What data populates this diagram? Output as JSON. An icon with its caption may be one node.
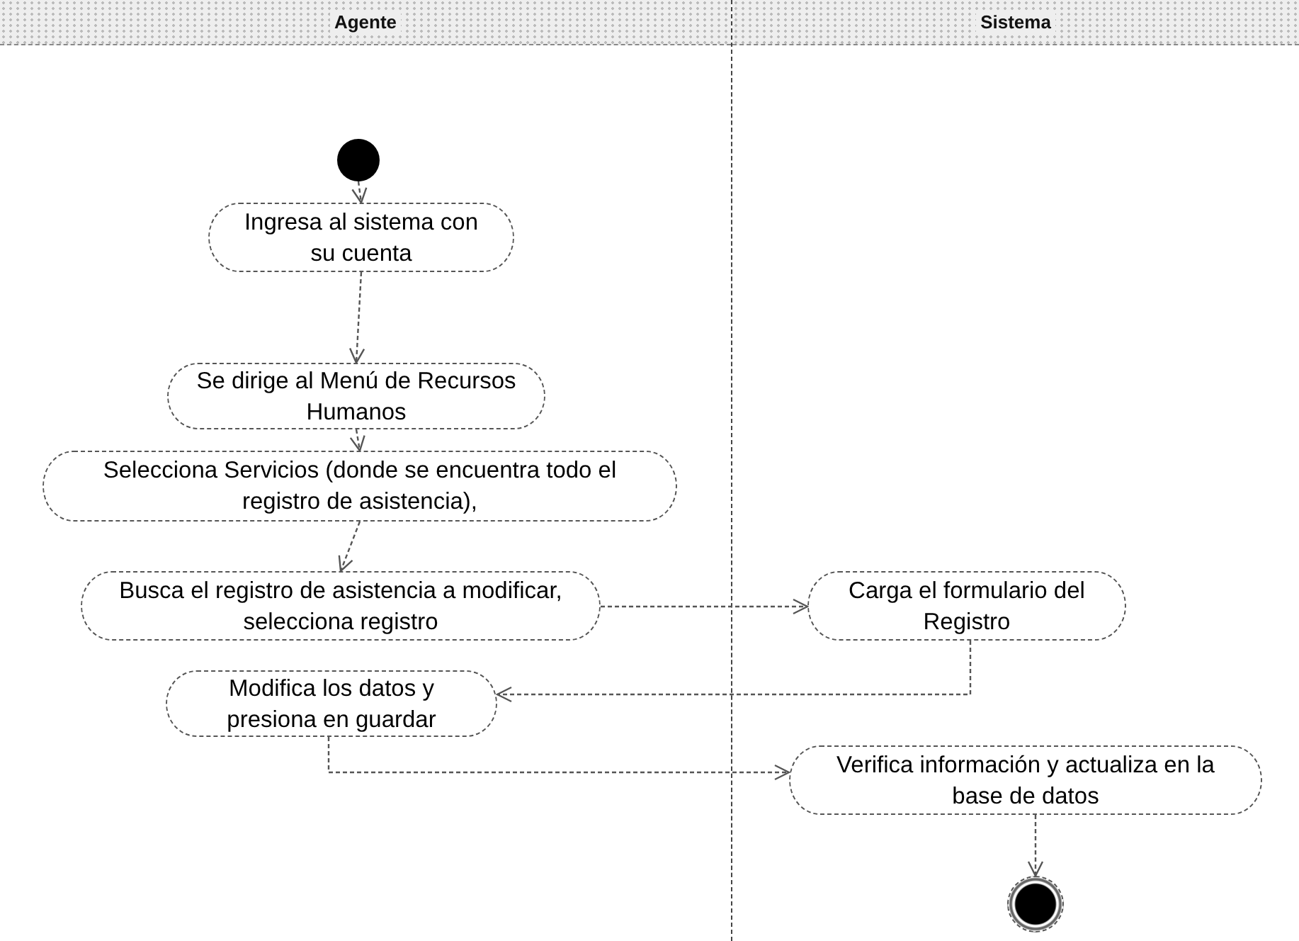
{
  "diagram": {
    "nodes": [
      {
        "text": [
          "Agente"
        ]
      },
      {
        "text": [
          "Sistema"
        ]
      },
      {
        "text": [],
        "shape": "circle",
        "in": 0
      },
      {
        "text": [
          "Ingresa al sistema con su cuenta"
        ],
        "in": 0
      },
      {
        "text": [
          "Se dirige al Menú de Recursos Humanos"
        ],
        "in": 0
      },
      {
        "text": [
          "Selecciona Servicios (donde se encuentra todo el registro de asistencia),"
        ],
        "in": 0
      },
      {
        "text": [
          "Busca el registro de asistencia a modificar, selecciona registro"
        ],
        "in": 0
      },
      {
        "text": [
          "Carga el formulario del Registro"
        ],
        "in": 1
      },
      {
        "text": [
          "Modifica  los datos y presiona en guardar"
        ],
        "in": 0
      },
      {
        "text": [
          "Verifica información y actualiza en la base de datos"
        ],
        "in": 1
      },
      {
        "text": [],
        "shape": "circle",
        "in": 1
      }
    ],
    "edges": [
      {
        "from": 2,
        "to": 3,
        "arrow": "to"
      },
      {
        "from": 3,
        "to": 4,
        "arrow": "to"
      },
      {
        "from": 4,
        "to": 5,
        "arrow": "to"
      },
      {
        "from": 5,
        "to": 6,
        "arrow": "to"
      },
      {
        "from": 6,
        "to": 7,
        "arrow": "to"
      },
      {
        "from": 7,
        "to": 8,
        "arrow": "to"
      },
      {
        "from": 8,
        "to": 9,
        "arrow": "to"
      },
      {
        "from": 9,
        "to": 10,
        "arrow": "to"
      }
    ]
  }
}
